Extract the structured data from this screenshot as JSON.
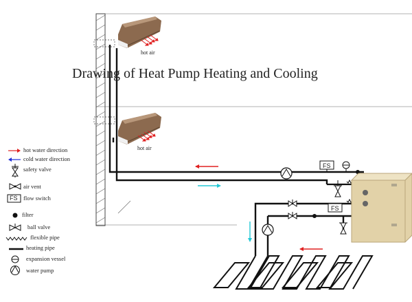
{
  "diagram": {
    "title": "Drawing of Heat Pump Heating and Cooling",
    "hot_air_label_1": "hot air",
    "hot_air_label_2": "hot air",
    "fs_label_1": "FS",
    "fs_label_2": "FS",
    "colors": {
      "hot_water": "#e02020",
      "cold_water": "#1f2fd8",
      "supply_arrow_cyan": "#22c9d6",
      "heat_pump_body": "#e2d2a8",
      "fan_coil": "#8c6a4f"
    }
  },
  "legend": {
    "hot_water": "hot water direction",
    "cold_water": "cold  water direction",
    "safety_valve": "safety valve",
    "air_vent": "air vent",
    "flow_switch_box": "FS",
    "flow_switch": "flow switch",
    "filter": "filter",
    "ball_valve": "ball valve",
    "flexible_pipe": "flexible pipe",
    "heating_pipe": "heating pipe",
    "expansion_vessel": "expansion vessel",
    "water_pump": "water pump"
  }
}
